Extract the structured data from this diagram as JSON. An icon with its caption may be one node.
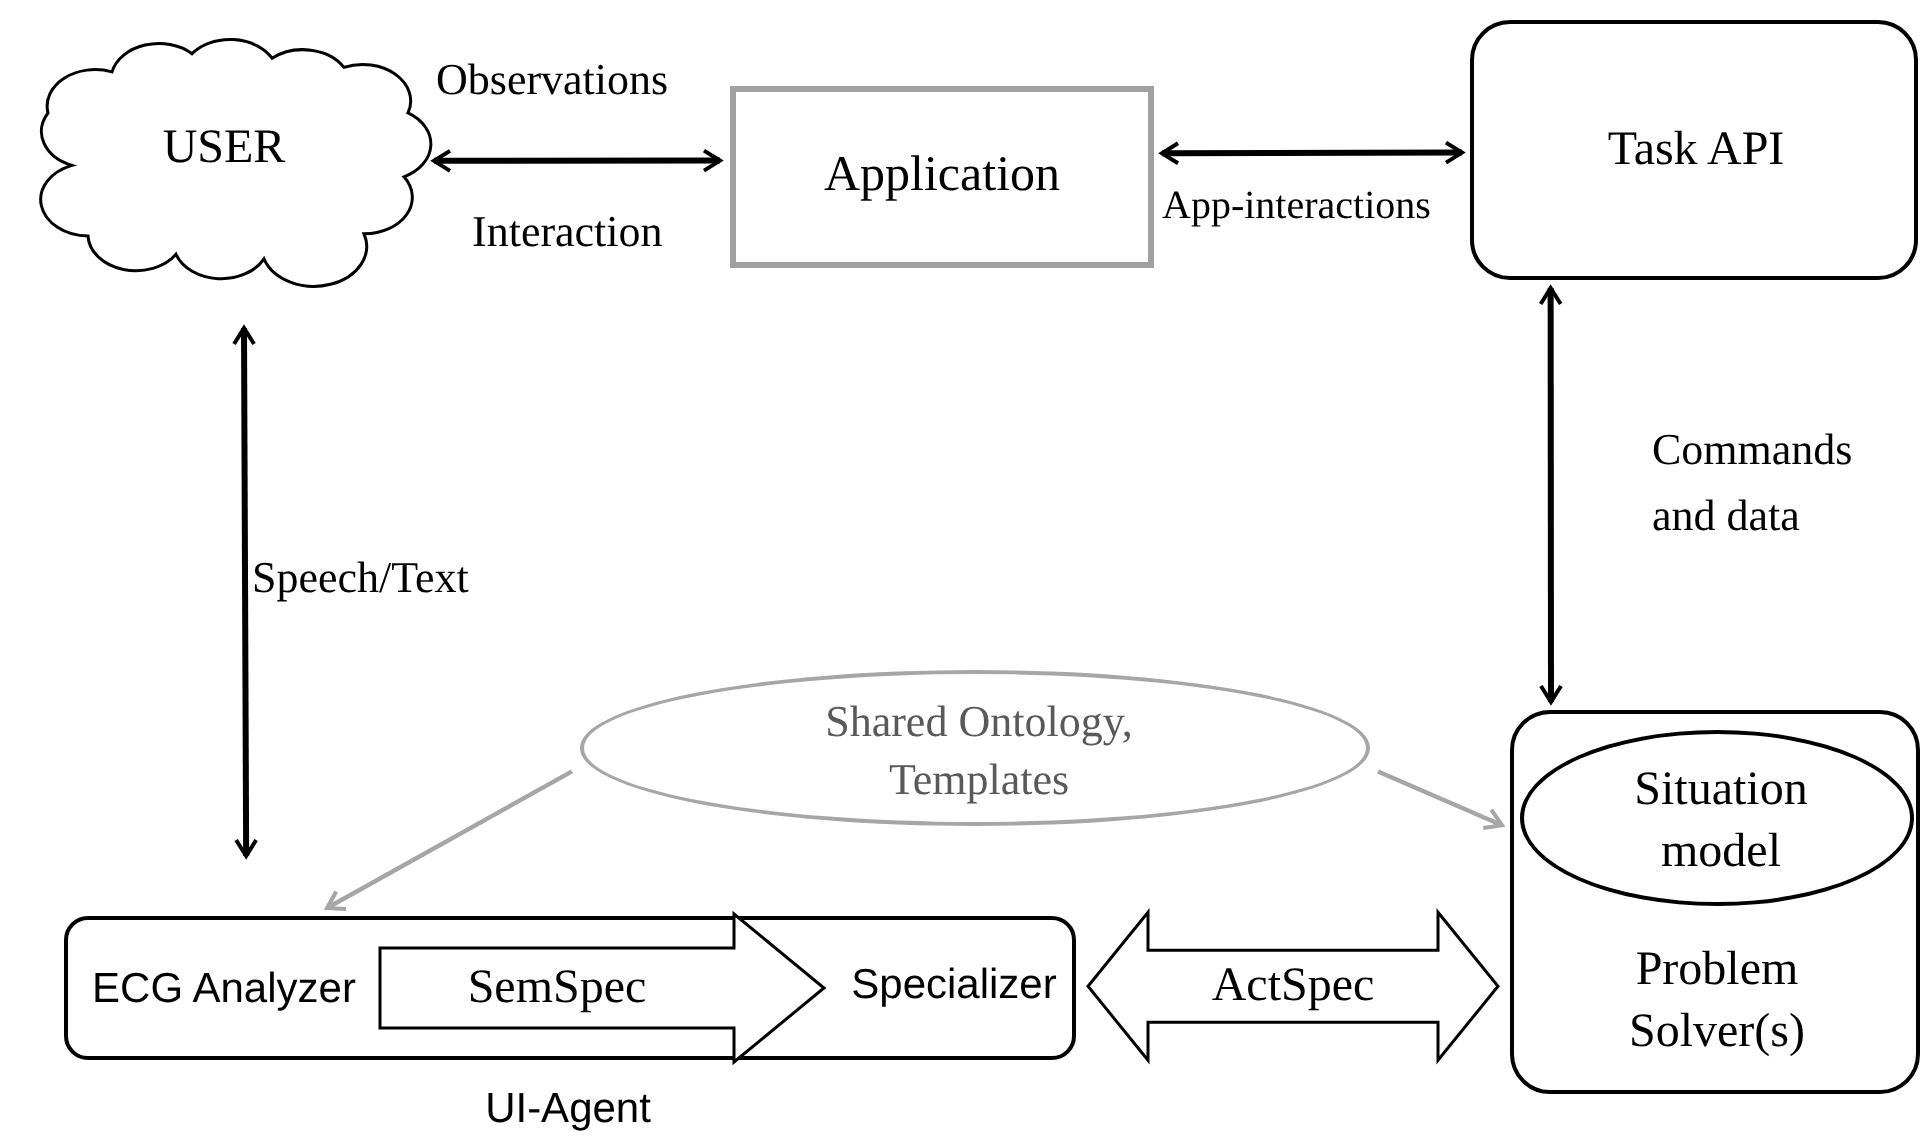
{
  "diagram": {
    "nodes": [
      {
        "text": [
          "USER"
        ]
      },
      {
        "text": [
          "Application"
        ]
      },
      {
        "text": [
          "Task API"
        ]
      },
      {
        "text": [
          "Shared Ontology, Templates"
        ]
      },
      {
        "text": [
          "UI-Agent"
        ]
      },
      {
        "text": [
          "ECG Analyzer"
        ],
        "in": 4
      },
      {
        "text": [
          "Specializer"
        ],
        "in": 4
      },
      {
        "text": [
          "Problem Solver(s)"
        ]
      },
      {
        "text": [
          "Situation model"
        ],
        "in": 7
      }
    ],
    "edges": [
      {
        "from": 0,
        "to": 1,
        "arrow": "both",
        "label": "Observations"
      },
      {
        "from": 1,
        "to": 2,
        "arrow": "both",
        "label": "App-interactions"
      },
      {
        "from": 0,
        "to": 4,
        "arrow": "both",
        "label": "Speech/Text"
      },
      {
        "from": 2,
        "to": 7,
        "arrow": "both",
        "label": "Commands and data"
      },
      {
        "from": 3,
        "to": 4,
        "arrow": "to",
        "color": "#a6a6a6"
      },
      {
        "from": 5,
        "to": 6,
        "arrow": "to",
        "label": "SemSpec",
        "style": "thick"
      },
      {
        "from": 6,
        "to": 7,
        "arrow": "both",
        "label": "ActSpec",
        "style": "thick"
      },
      {
        "from": 3,
        "to": 7,
        "arrow": "to",
        "color": "#a6a6a6"
      }
    ],
    "labels": [
      "Interaction"
    ]
  }
}
